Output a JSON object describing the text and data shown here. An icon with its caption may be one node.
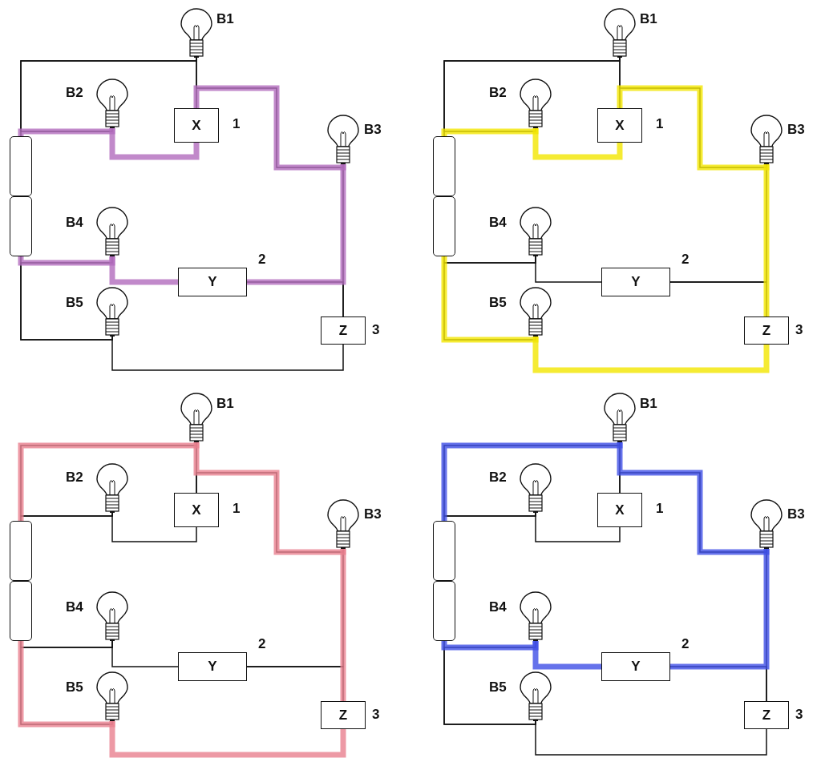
{
  "diagram": {
    "nodes": [
      {
        "text": [],
        "shape": "bulb",
        "beside": [
          "B1"
        ]
      },
      {
        "text": [],
        "shape": "bulb",
        "beside": [
          "B2"
        ]
      },
      {
        "text": [
          "X"
        ],
        "beside": [
          "1"
        ]
      },
      {
        "text": [],
        "shape": "bulb",
        "beside": [
          "B3"
        ]
      },
      {
        "text": [],
        "shape": "box"
      },
      {
        "text": [],
        "shape": "box"
      },
      {
        "text": [],
        "shape": "bulb",
        "beside": [
          "B4"
        ]
      },
      {
        "text": [
          "Y"
        ],
        "beside": [
          "2"
        ]
      },
      {
        "text": [],
        "shape": "bulb",
        "beside": [
          "B5"
        ]
      },
      {
        "text": [
          "Z"
        ],
        "beside": [
          "3"
        ]
      },
      {
        "text": [],
        "shape": "bulb",
        "beside": [
          "B1"
        ]
      },
      {
        "text": [],
        "shape": "bulb",
        "beside": [
          "B2"
        ]
      },
      {
        "text": [
          "X"
        ],
        "beside": [
          "1"
        ]
      },
      {
        "text": [],
        "shape": "bulb",
        "beside": [
          "B3"
        ]
      },
      {
        "text": [],
        "shape": "box"
      },
      {
        "text": [],
        "shape": "box"
      },
      {
        "text": [],
        "shape": "bulb",
        "beside": [
          "B4"
        ]
      },
      {
        "text": [
          "Y"
        ],
        "beside": [
          "2"
        ]
      },
      {
        "text": [],
        "shape": "bulb",
        "beside": [
          "B5"
        ]
      },
      {
        "text": [
          "Z"
        ],
        "beside": [
          "3"
        ]
      },
      {
        "text": [],
        "shape": "bulb",
        "beside": [
          "B1"
        ]
      },
      {
        "text": [],
        "shape": "bulb",
        "beside": [
          "B2"
        ]
      },
      {
        "text": [
          "X"
        ],
        "beside": [
          "1"
        ]
      },
      {
        "text": [],
        "shape": "bulb",
        "beside": [
          "B3"
        ]
      },
      {
        "text": [],
        "shape": "box"
      },
      {
        "text": [],
        "shape": "box"
      },
      {
        "text": [],
        "shape": "bulb",
        "beside": [
          "B4"
        ]
      },
      {
        "text": [
          "Y"
        ],
        "beside": [
          "2"
        ]
      },
      {
        "text": [],
        "shape": "bulb",
        "beside": [
          "B5"
        ]
      },
      {
        "text": [
          "Z"
        ],
        "beside": [
          "3"
        ]
      },
      {
        "text": [],
        "shape": "bulb",
        "beside": [
          "B1"
        ]
      },
      {
        "text": [],
        "shape": "bulb",
        "beside": [
          "B2"
        ]
      },
      {
        "text": [
          "X"
        ],
        "beside": [
          "1"
        ]
      },
      {
        "text": [],
        "shape": "bulb",
        "beside": [
          "B3"
        ]
      },
      {
        "text": [],
        "shape": "box"
      },
      {
        "text": [],
        "shape": "box"
      },
      {
        "text": [],
        "shape": "bulb",
        "beside": [
          "B4"
        ]
      },
      {
        "text": [
          "Y"
        ],
        "beside": [
          "2"
        ]
      },
      {
        "text": [],
        "shape": "bulb",
        "beside": [
          "B5"
        ]
      },
      {
        "text": [
          "Z"
        ],
        "beside": [
          "3"
        ]
      }
    ],
    "edges": [
      {
        "from": 4,
        "to": 0,
        "arrow": "none"
      },
      {
        "from": 4,
        "to": 1,
        "arrow": "none",
        "style": "thick",
        "color": "#b26cbd"
      },
      {
        "from": 0,
        "to": 1,
        "arrow": "none"
      },
      {
        "from": 0,
        "to": 2,
        "arrow": "none"
      },
      {
        "from": 0,
        "to": 3,
        "arrow": "none"
      },
      {
        "from": 2,
        "to": 3,
        "arrow": "none",
        "style": "thick",
        "color": "#b26cbd"
      },
      {
        "from": 2,
        "to": 1,
        "arrow": "none",
        "style": "thick",
        "color": "#b26cbd"
      },
      {
        "from": 3,
        "to": 7,
        "arrow": "none",
        "style": "thick",
        "color": "#b26cbd"
      },
      {
        "from": 3,
        "to": 9,
        "arrow": "none"
      },
      {
        "from": 7,
        "to": 9,
        "arrow": "none"
      },
      {
        "from": 7,
        "to": 6,
        "arrow": "none",
        "style": "thick",
        "color": "#b26cbd"
      },
      {
        "from": 9,
        "to": 8,
        "arrow": "none"
      },
      {
        "from": 5,
        "to": 6,
        "arrow": "none",
        "style": "thick",
        "color": "#b26cbd"
      },
      {
        "from": 5,
        "to": 8,
        "arrow": "none"
      },
      {
        "from": 6,
        "to": 8,
        "arrow": "none"
      },
      {
        "from": 14,
        "to": 10,
        "arrow": "none"
      },
      {
        "from": 14,
        "to": 11,
        "arrow": "none",
        "style": "thick",
        "color": "#f2e600"
      },
      {
        "from": 10,
        "to": 11,
        "arrow": "none"
      },
      {
        "from": 10,
        "to": 12,
        "arrow": "none"
      },
      {
        "from": 10,
        "to": 13,
        "arrow": "none"
      },
      {
        "from": 12,
        "to": 13,
        "arrow": "none",
        "style": "thick",
        "color": "#f2e600"
      },
      {
        "from": 12,
        "to": 11,
        "arrow": "none",
        "style": "thick",
        "color": "#f2e600"
      },
      {
        "from": 13,
        "to": 17,
        "arrow": "none"
      },
      {
        "from": 13,
        "to": 19,
        "arrow": "none",
        "style": "thick",
        "color": "#f2e600"
      },
      {
        "from": 17,
        "to": 19,
        "arrow": "none"
      },
      {
        "from": 17,
        "to": 16,
        "arrow": "none"
      },
      {
        "from": 19,
        "to": 18,
        "arrow": "none",
        "style": "thick",
        "color": "#f2e600"
      },
      {
        "from": 15,
        "to": 16,
        "arrow": "none"
      },
      {
        "from": 15,
        "to": 18,
        "arrow": "none",
        "style": "thick",
        "color": "#f2e600"
      },
      {
        "from": 16,
        "to": 18,
        "arrow": "none"
      },
      {
        "from": 24,
        "to": 20,
        "arrow": "none",
        "style": "thick",
        "color": "#e8808f"
      },
      {
        "from": 24,
        "to": 21,
        "arrow": "none"
      },
      {
        "from": 20,
        "to": 21,
        "arrow": "none"
      },
      {
        "from": 20,
        "to": 22,
        "arrow": "none"
      },
      {
        "from": 20,
        "to": 23,
        "arrow": "none",
        "style": "thick",
        "color": "#e8808f"
      },
      {
        "from": 22,
        "to": 23,
        "arrow": "none"
      },
      {
        "from": 22,
        "to": 21,
        "arrow": "none"
      },
      {
        "from": 23,
        "to": 27,
        "arrow": "none"
      },
      {
        "from": 23,
        "to": 29,
        "arrow": "none",
        "style": "thick",
        "color": "#e8808f"
      },
      {
        "from": 27,
        "to": 29,
        "arrow": "none"
      },
      {
        "from": 27,
        "to": 26,
        "arrow": "none"
      },
      {
        "from": 29,
        "to": 28,
        "arrow": "none",
        "style": "thick",
        "color": "#e8808f"
      },
      {
        "from": 25,
        "to": 26,
        "arrow": "none"
      },
      {
        "from": 25,
        "to": 28,
        "arrow": "none",
        "style": "thick",
        "color": "#e8808f"
      },
      {
        "from": 26,
        "to": 28,
        "arrow": "none"
      },
      {
        "from": 34,
        "to": 30,
        "arrow": "none",
        "style": "thick",
        "color": "#3f4fe6"
      },
      {
        "from": 34,
        "to": 31,
        "arrow": "none"
      },
      {
        "from": 30,
        "to": 31,
        "arrow": "none"
      },
      {
        "from": 30,
        "to": 32,
        "arrow": "none"
      },
      {
        "from": 30,
        "to": 33,
        "arrow": "none",
        "style": "thick",
        "color": "#3f4fe6"
      },
      {
        "from": 32,
        "to": 33,
        "arrow": "none"
      },
      {
        "from": 32,
        "to": 31,
        "arrow": "none"
      },
      {
        "from": 33,
        "to": 37,
        "arrow": "none",
        "style": "thick",
        "color": "#3f4fe6"
      },
      {
        "from": 33,
        "to": 39,
        "arrow": "none"
      },
      {
        "from": 37,
        "to": 39,
        "arrow": "none"
      },
      {
        "from": 37,
        "to": 36,
        "arrow": "none",
        "style": "thick",
        "color": "#3f4fe6"
      },
      {
        "from": 39,
        "to": 38,
        "arrow": "none"
      },
      {
        "from": 35,
        "to": 36,
        "arrow": "none",
        "style": "thick",
        "color": "#3f4fe6"
      },
      {
        "from": 35,
        "to": 38,
        "arrow": "none"
      },
      {
        "from": 36,
        "to": 38,
        "arrow": "none"
      }
    ]
  }
}
